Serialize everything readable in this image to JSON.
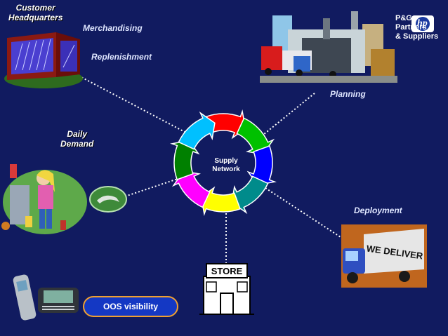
{
  "labels": {
    "customer_hq": "Customer\nHeadquarters",
    "merchandising": "Merchandising",
    "replenishment": "Replenishment",
    "daily_demand": "Daily\nDemand",
    "planning": "Planning",
    "deployment": "Deployment",
    "supply_network": "Supply\nNetwork",
    "oos_visibility": "OOS visibility",
    "partners": "P&G\nPartners\n& Suppliers",
    "store_sign": "STORE",
    "truck_sign": "WE DELIVER",
    "logo": "hp"
  },
  "colors": {
    "background": "#111b60",
    "cycle": [
      "#ff0000",
      "#00c000",
      "#0000ff",
      "#008b8b",
      "#ffff00",
      "#ff00ff",
      "#008000",
      "#00c0ff"
    ]
  }
}
